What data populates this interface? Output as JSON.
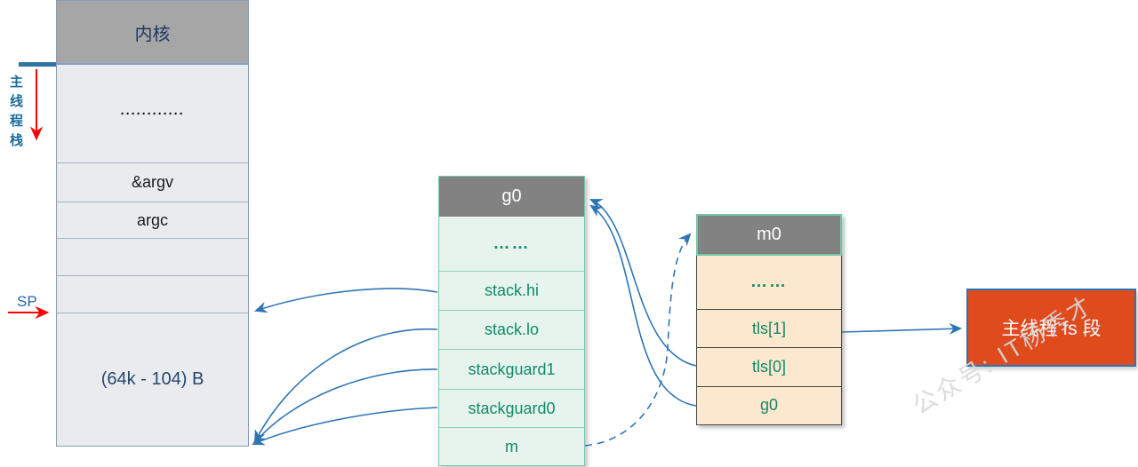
{
  "kernel_column": {
    "header": "内核",
    "rows": [
      "············",
      "&argv",
      "argc",
      "",
      "",
      "(64k - 104) B"
    ]
  },
  "g0_box": {
    "header": "g0",
    "rows": [
      "……",
      "stack.hi",
      "stack.lo",
      "stackguard1",
      "stackguard0",
      "m"
    ]
  },
  "m0_box": {
    "header": "m0",
    "rows": [
      "……",
      "tls[1]",
      "tls[0]",
      "g0"
    ]
  },
  "fs_box": {
    "label": "主线程 fs 段"
  },
  "labels": {
    "main_thread_stack": "主线程栈",
    "sp": "SP"
  },
  "watermark": "公众号: IT杨秀才",
  "colors": {
    "arrow_blue": "#2e75b6",
    "arrow_red": "#ff0000",
    "fs_box_orange": "#e04b1e",
    "kernel_header_gray": "#a6a6a6",
    "box_header_gray": "#828282",
    "kernel_body_gray": "#e9ebef",
    "g0_row_mint": "#e7f4ee",
    "m0_row_peach": "#fbe8ce",
    "teal_text": "#118a68",
    "navy_text": "#1f3864"
  }
}
